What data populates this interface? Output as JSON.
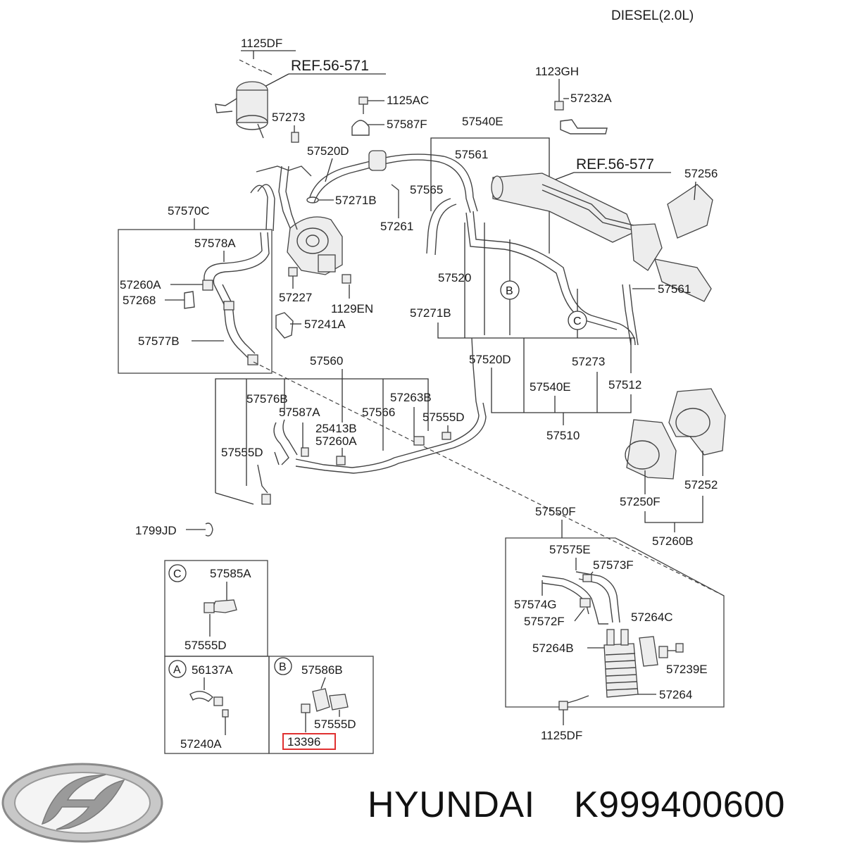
{
  "header": {
    "engine": "DIESEL(2.0L)"
  },
  "refs": [
    "REF.56-571",
    "REF.56-577"
  ],
  "parts": [
    "1125DF",
    "57273",
    "1125AC",
    "57587F",
    "57520D",
    "57271B",
    "57261",
    "57540E",
    "57561",
    "57565",
    "1123GH",
    "57232A",
    "57256",
    "57561",
    "57570C",
    "57578A",
    "57260A",
    "57268",
    "57577B",
    "57227",
    "1129EN",
    "57241A",
    "57520",
    "57271B",
    "57520D",
    "57273",
    "57512",
    "57540E",
    "57510",
    "57560",
    "57576B",
    "57587A",
    "57263B",
    "57566",
    "57555D",
    "25413B",
    "57260A",
    "57555D",
    "1799JD",
    "57252",
    "57250F",
    "57260B",
    "57550F",
    "57575E",
    "57573F",
    "57574G",
    "57572F",
    "57264C",
    "57264B",
    "57239E",
    "57264",
    "1125DF",
    "57585A",
    "57555D",
    "56137A",
    "57240A",
    "57586B",
    "57555D",
    "13396"
  ],
  "callouts": [
    "B",
    "C",
    "C",
    "A",
    "B"
  ],
  "highlight": {
    "part": "13396",
    "color": "#e03030"
  },
  "brand": {
    "name": "HYUNDAI",
    "part_number": "K999400600"
  }
}
